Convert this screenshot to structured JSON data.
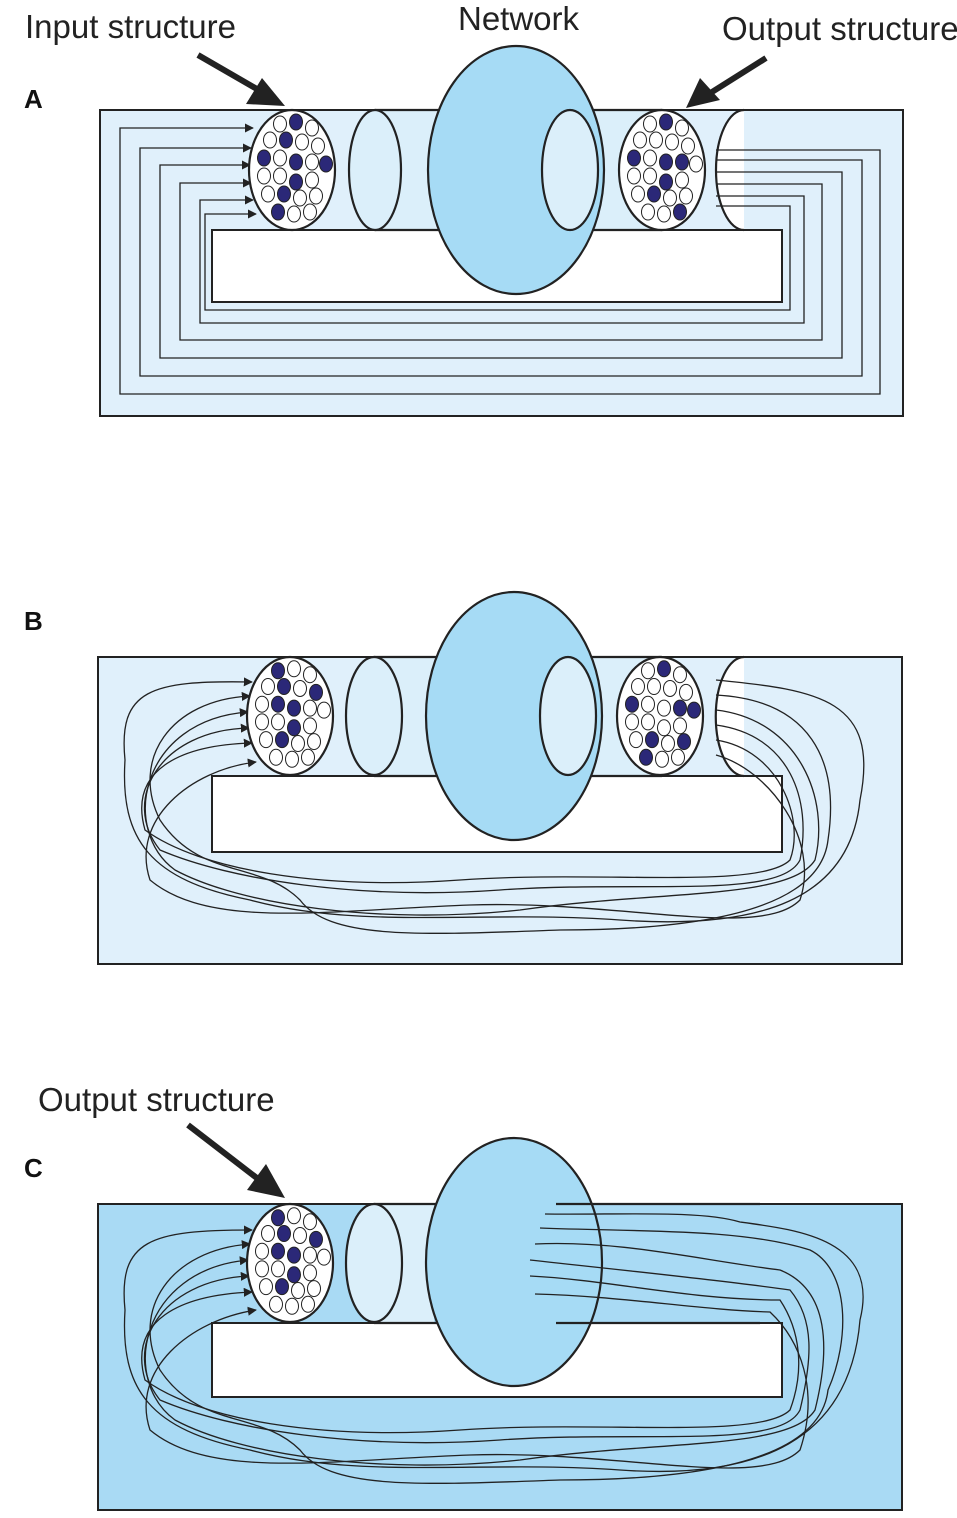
{
  "labels": {
    "input_structure": "Input structure",
    "network": "Network",
    "output_structure_a": "Output structure",
    "output_structure_c": "Output structure"
  },
  "panels": [
    {
      "letter": "A",
      "wiring": "orderly"
    },
    {
      "letter": "B",
      "wiring": "tangled"
    },
    {
      "letter": "C",
      "wiring": "tangled-open-network"
    }
  ],
  "colors": {
    "box_light": "#e0f0fb",
    "box_c": "#a9daf4",
    "network": "#a6dbf5",
    "cylinder": "#dbeffa",
    "unit_filled": "#2b2878",
    "unit_empty": "#ffffff",
    "line": "#222222"
  }
}
